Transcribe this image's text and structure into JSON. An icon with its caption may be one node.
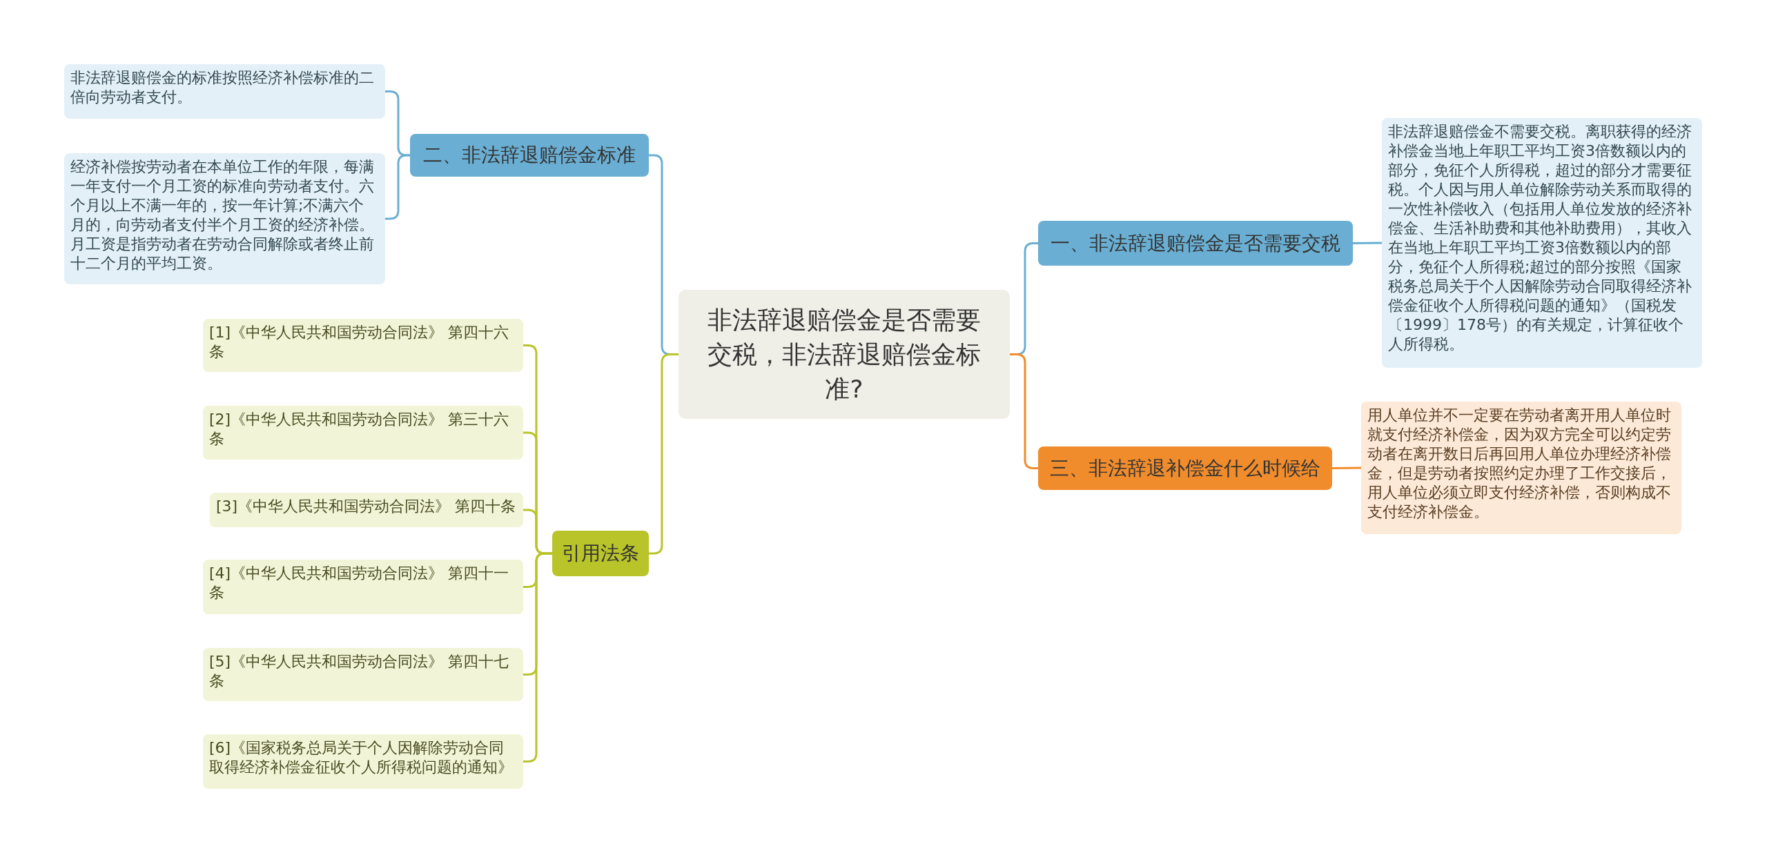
{
  "diagram": {
    "nodes": [
      {
        "text": [
          "非法辞退赔偿金是否需要交税，非法辞退赔偿金标准?"
        ]
      },
      {
        "text": [
          "一、非法辞退赔偿金是否需要交税"
        ]
      },
      {
        "text": [
          "非法辞退赔偿金不需要交税。离职获得的经济补偿金当地上年职工平均工资3倍数额以内的部分，免征个人所得税，超过的部分才需要征税。个人因与用人单位解除劳动关系而取得的一次性补偿收入（包括用人单位发放的经济补偿金、生活补助费和其他补助费用），其收入在当地上年职工平均工资3倍数额以内的部分，免征个人所得税;超过的部分按照《国家税务总局关于个人因解除劳动合同取得经济补偿金征收个人所得税问题的通知》（国税发〔1999〕178号）的有关规定，计算征收个人所得税。"
        ]
      },
      {
        "text": [
          "二、非法辞退赔偿金标准"
        ]
      },
      {
        "text": [
          "非法辞退赔偿金的标准按照经济补偿标准的二倍向劳动者支付。"
        ]
      },
      {
        "text": [
          "经济补偿按劳动者在本单位工作的年限，每满一年支付一个月工资的标准向劳动者支付。六个月以上不满一年的，按一年计算;不满六个月的，向劳动者支付半个月工资的经济补偿。月工资是指劳动者在劳动合同解除或者终止前十二个月的平均工资。"
        ]
      },
      {
        "text": [
          "三、非法辞退补偿金什么时候给"
        ]
      },
      {
        "text": [
          "用人单位并不一定要在劳动者离开用人单位时就支付经济补偿金，因为双方完全可以约定劳动者在离开数日后再回用人单位办理经济补偿金，但是劳动者按照约定办理了工作交接后，用人单位必须立即支付经济补偿，否则构成不支付经济补偿金。"
        ]
      },
      {
        "text": [
          "引用法条"
        ]
      },
      {
        "text": [
          "[1]《中华人民共和国劳动合同法》 第四十六条"
        ]
      },
      {
        "text": [
          "[2]《中华人民共和国劳动合同法》 第三十六条"
        ]
      },
      {
        "text": [
          "[3]《中华人民共和国劳动合同法》 第四十条"
        ]
      },
      {
        "text": [
          "[4]《中华人民共和国劳动合同法》 第四十一条"
        ]
      },
      {
        "text": [
          "[5]《中华人民共和国劳动合同法》 第四十七条"
        ]
      },
      {
        "text": [
          "[6]《国家税务总局关于个人因解除劳动合同取得经济补偿金征收个人所得税问题的通知》"
        ]
      }
    ],
    "edges": [
      {
        "from": 0,
        "to": 1,
        "arrow": "none",
        "color": "#6aafd3"
      },
      {
        "from": 1,
        "to": 2,
        "arrow": "none",
        "color": "#6aafd3"
      },
      {
        "from": 0,
        "to": 3,
        "arrow": "none",
        "color": "#6aafd3"
      },
      {
        "from": 3,
        "to": 4,
        "arrow": "none",
        "color": "#6aafd3"
      },
      {
        "from": 3,
        "to": 5,
        "arrow": "none",
        "color": "#6aafd3"
      },
      {
        "from": 0,
        "to": 6,
        "arrow": "none",
        "color": "#f08c2c"
      },
      {
        "from": 6,
        "to": 7,
        "arrow": "none",
        "color": "#f08c2c"
      },
      {
        "from": 0,
        "to": 8,
        "arrow": "none"
      },
      {
        "from": 8,
        "to": 9,
        "arrow": "none"
      },
      {
        "from": 8,
        "to": 10,
        "arrow": "none"
      },
      {
        "from": 8,
        "to": 11,
        "arrow": "none"
      },
      {
        "from": 8,
        "to": 12,
        "arrow": "none"
      },
      {
        "from": 8,
        "to": 13,
        "arrow": "none"
      },
      {
        "from": 8,
        "to": 14,
        "arrow": "none"
      }
    ]
  }
}
